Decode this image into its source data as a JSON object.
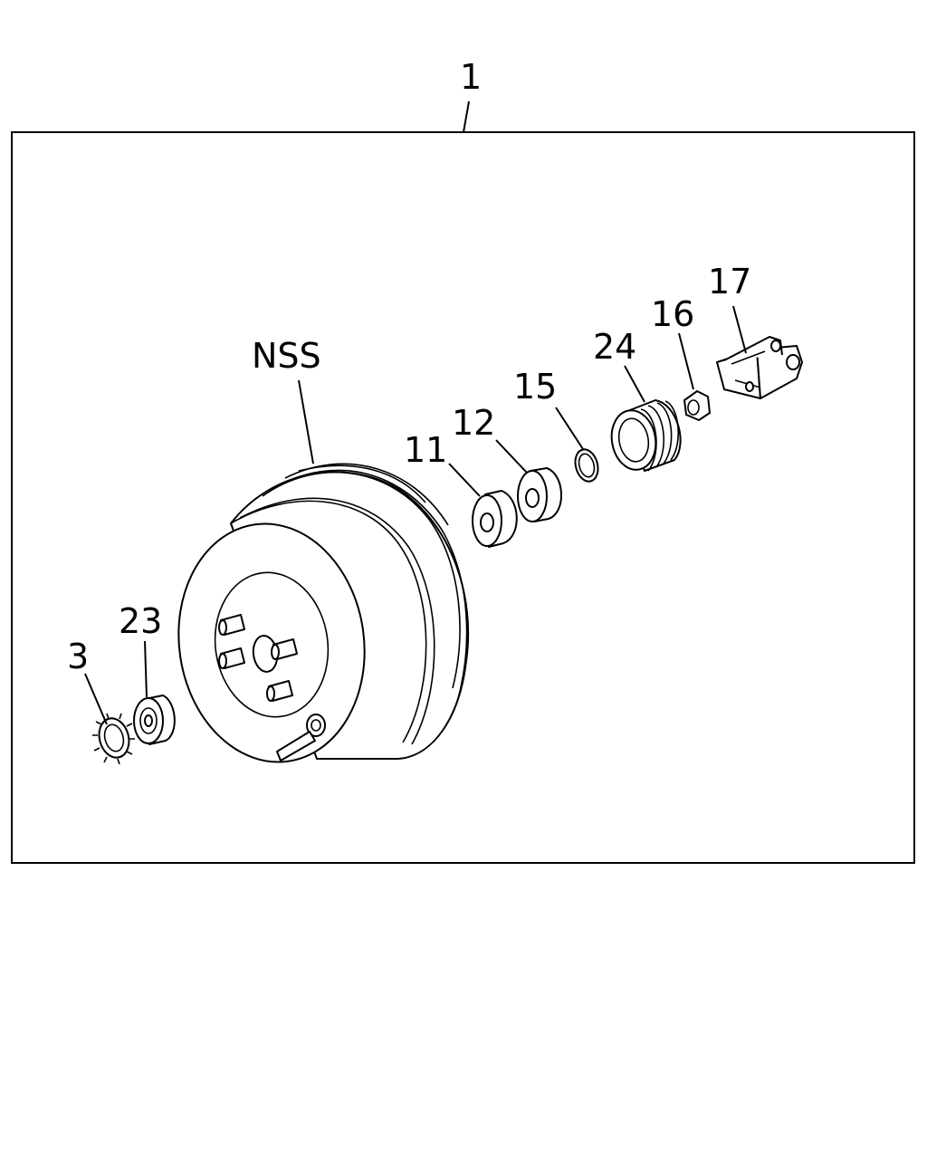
{
  "diagram": {
    "callouts": [
      {
        "id": "assembly",
        "text": "1"
      },
      {
        "id": "nss",
        "text": "NSS"
      },
      {
        "id": "part-3",
        "text": "3"
      },
      {
        "id": "part-23",
        "text": "23"
      },
      {
        "id": "part-11",
        "text": "11"
      },
      {
        "id": "part-12",
        "text": "12"
      },
      {
        "id": "part-15",
        "text": "15"
      },
      {
        "id": "part-24",
        "text": "24"
      },
      {
        "id": "part-16",
        "text": "16"
      },
      {
        "id": "part-17",
        "text": "17"
      }
    ]
  }
}
